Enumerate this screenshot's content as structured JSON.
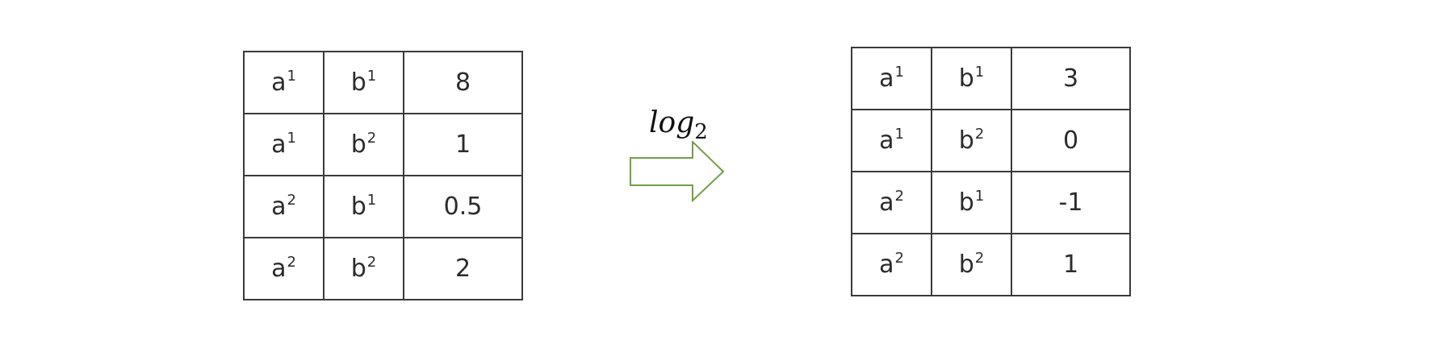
{
  "left_table": {
    "rows": [
      {
        "a_base": "a",
        "a_sup": "1",
        "b_base": "b",
        "b_sup": "1",
        "value": "8"
      },
      {
        "a_base": "a",
        "a_sup": "1",
        "b_base": "b",
        "b_sup": "2",
        "value": "1"
      },
      {
        "a_base": "a",
        "a_sup": "2",
        "b_base": "b",
        "b_sup": "1",
        "value": "0.5"
      },
      {
        "a_base": "a",
        "a_sup": "2",
        "b_base": "b",
        "b_sup": "2",
        "value": "2"
      }
    ]
  },
  "transform": {
    "func": "log",
    "base": "2",
    "arrow_color": "#70a046"
  },
  "right_table": {
    "rows": [
      {
        "a_base": "a",
        "a_sup": "1",
        "b_base": "b",
        "b_sup": "1",
        "value": "3"
      },
      {
        "a_base": "a",
        "a_sup": "1",
        "b_base": "b",
        "b_sup": "2",
        "value": "0"
      },
      {
        "a_base": "a",
        "a_sup": "2",
        "b_base": "b",
        "b_sup": "1",
        "value": "-1"
      },
      {
        "a_base": "a",
        "a_sup": "2",
        "b_base": "b",
        "b_sup": "2",
        "value": "1"
      }
    ]
  }
}
